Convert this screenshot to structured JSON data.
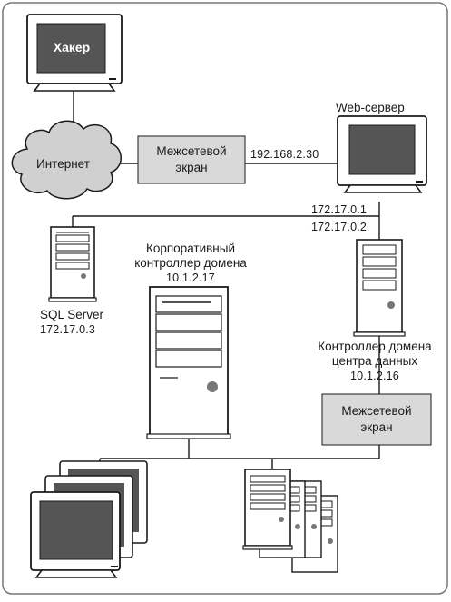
{
  "hacker": {
    "label": "Хакер"
  },
  "internet": {
    "label": "Интернет"
  },
  "firewall_outer": {
    "line1": "Межсетевой",
    "line2": "экран"
  },
  "web_server": {
    "label": "Web-сервер",
    "ip_external": "192.168.2.30",
    "ip_internal_1": "172.17.0.1",
    "ip_internal_2": "172.17.0.2"
  },
  "sql_server": {
    "line1": "SQL Server",
    "line2": "172.17.0.3"
  },
  "corp_dc": {
    "line1": "Корпоративный",
    "line2": "контроллер домена",
    "line3": "10.1.2.17"
  },
  "datacenter_dc": {
    "line1": "Контроллер домена",
    "line2": "центра данных",
    "line3": "10.1.2.16"
  },
  "firewall_inner": {
    "line1": "Межсетевой",
    "line2": "экран"
  },
  "colors": {
    "line": "#1a1a1a",
    "device_fill": "#ffffff",
    "screen_dark": "#555555",
    "firewall_fill": "#d9d9d9",
    "cloud_fill": "#d0d0d0"
  },
  "icons": [
    "workstation-icon",
    "cloud-icon",
    "firewall-icon",
    "server-tower-icon"
  ]
}
